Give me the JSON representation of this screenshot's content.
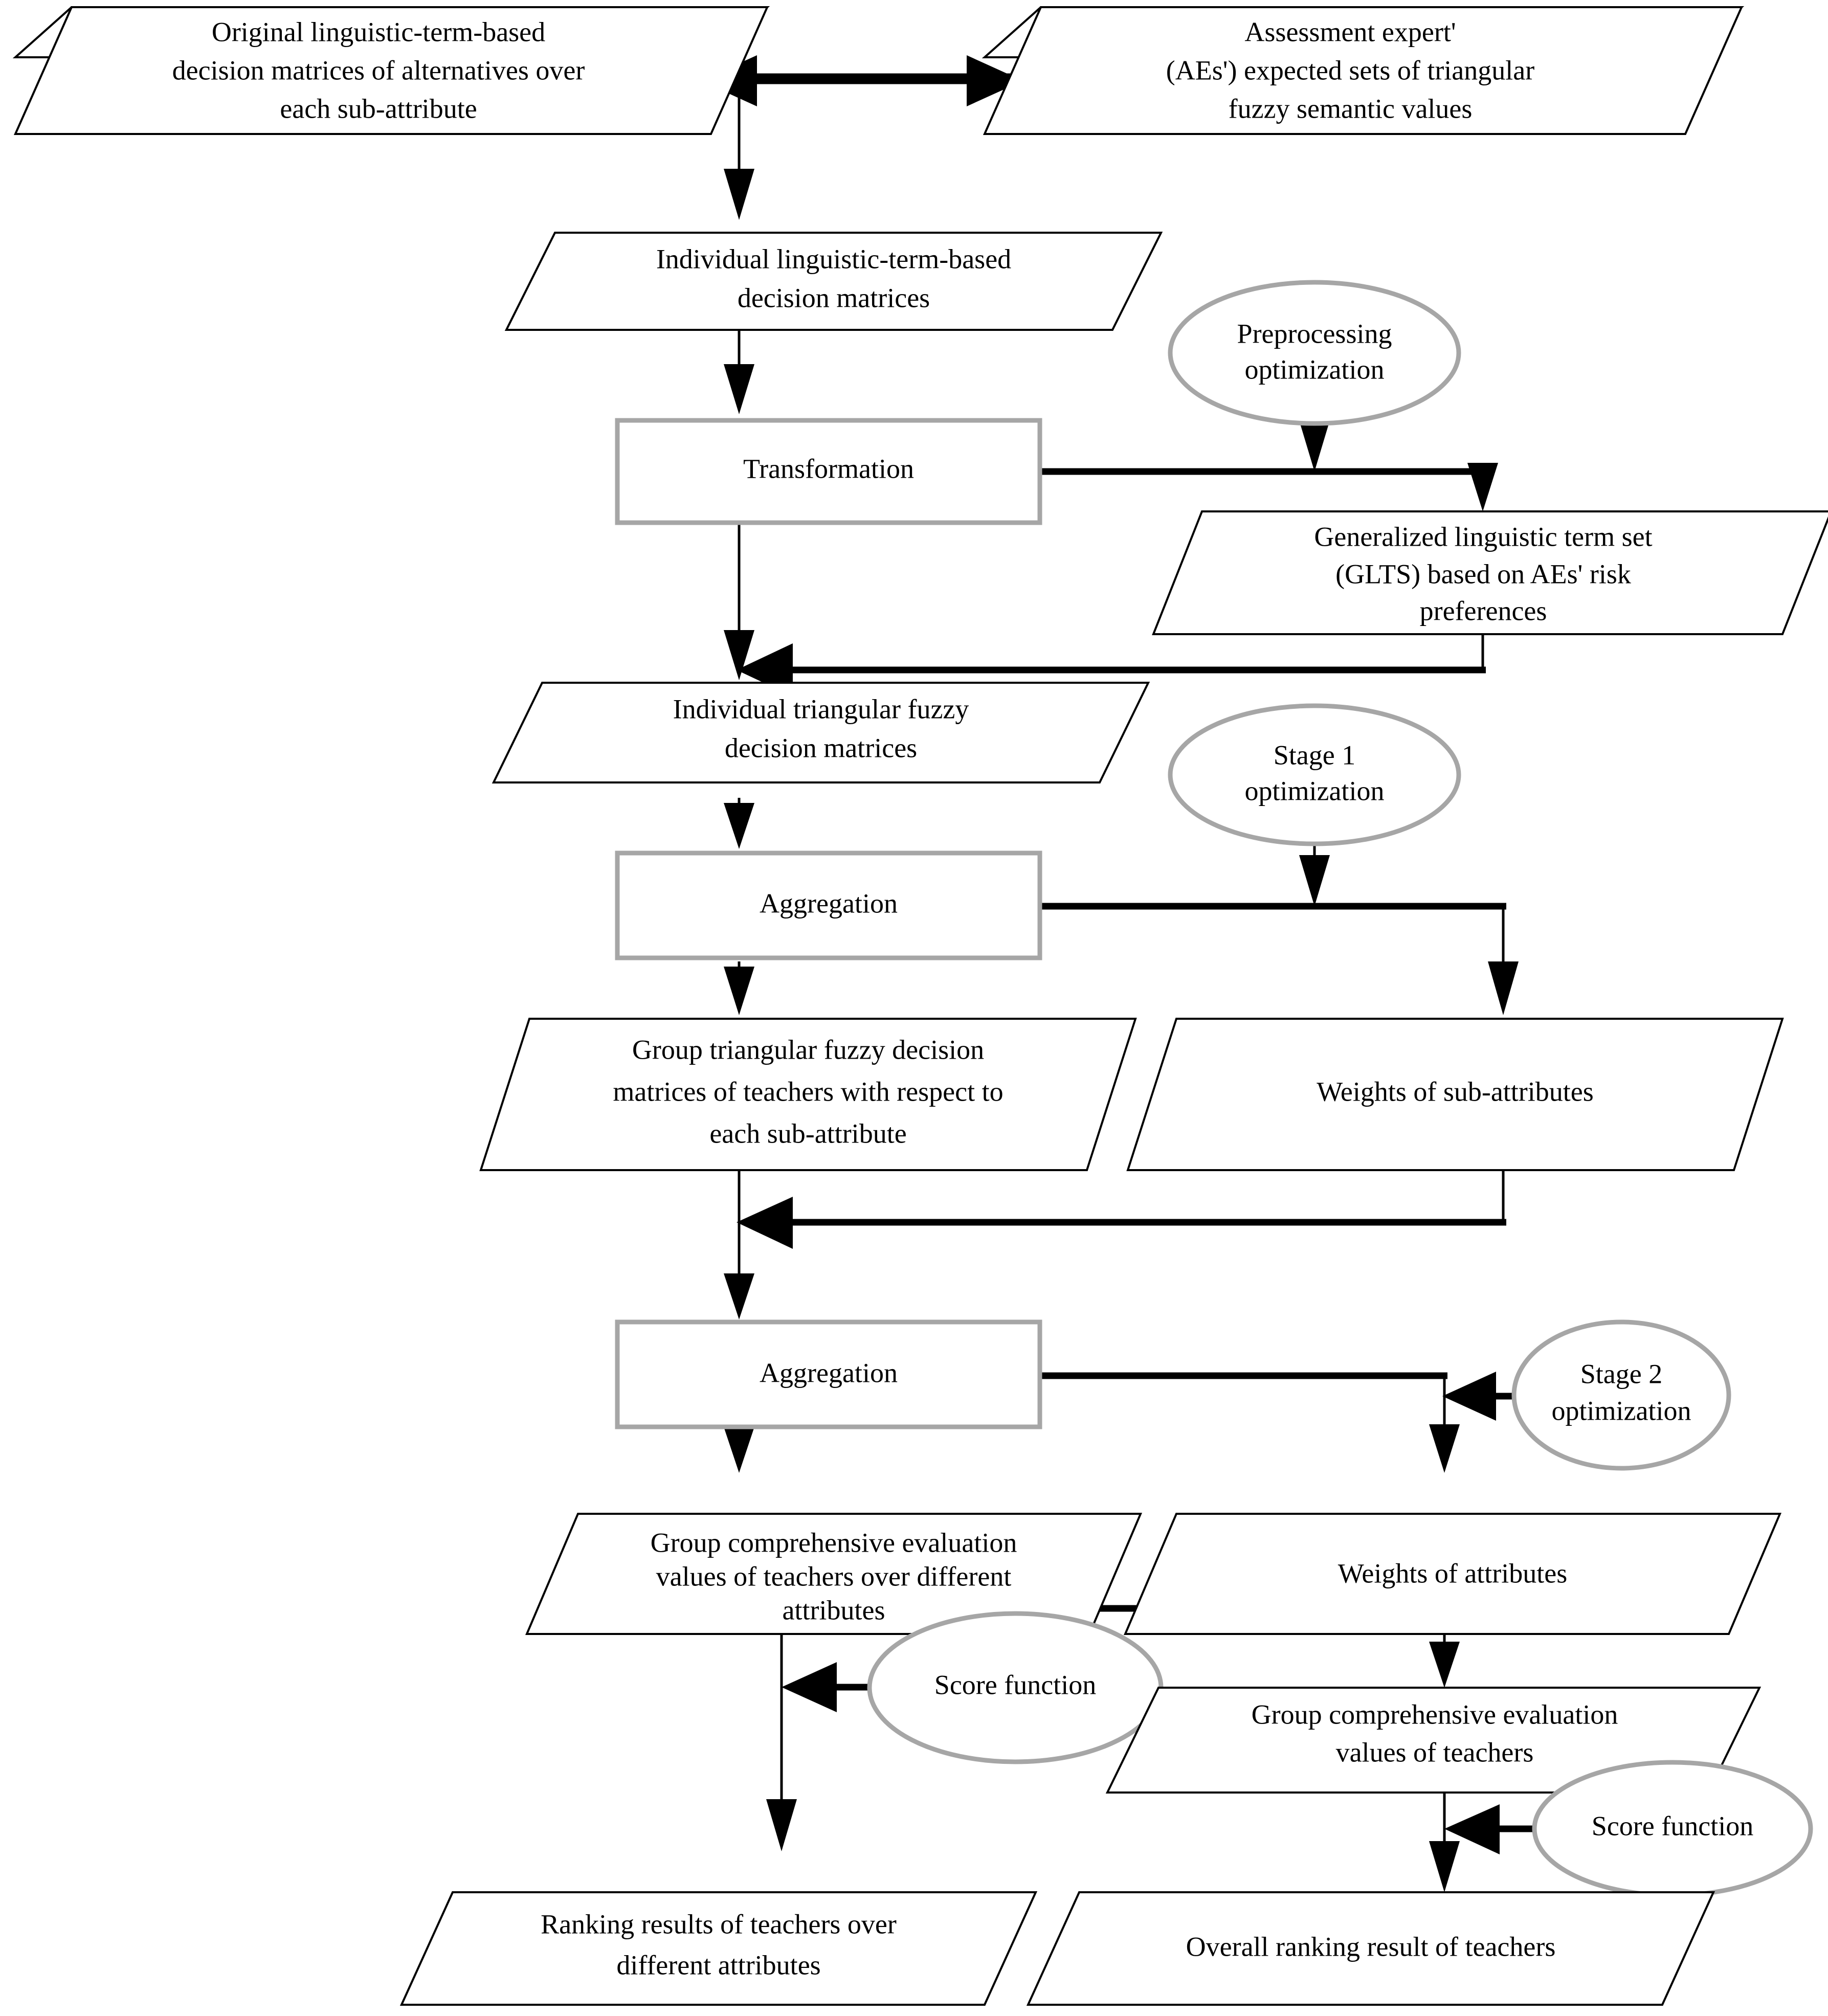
{
  "diagram": {
    "title": "Flowchart of the group decision making framework",
    "colors": {
      "shape_stroke": "#000000",
      "process_stroke": "#a6a6a6",
      "ellipse_stroke": "#a6a6a6",
      "background": "#ffffff",
      "text": "#000000"
    },
    "nodes": {
      "original_matrices": {
        "shape": "parallelogram",
        "lines": [
          "Original linguistic-term-based",
          "decision matrices of alternatives over",
          "each sub-attribute"
        ]
      },
      "assessment_expert": {
        "shape": "parallelogram",
        "lines": [
          "Assessment expert'",
          "(AEs') expected sets of triangular",
          "fuzzy semantic values"
        ]
      },
      "individual_lt_matrices": {
        "shape": "parallelogram",
        "lines": [
          "Individual linguistic-term-based",
          "decision matrices"
        ]
      },
      "transformation": {
        "shape": "process",
        "lines": [
          "Transformation"
        ]
      },
      "preprocessing_optimization": {
        "shape": "ellipse",
        "lines": [
          "Preprocessing",
          "optimization"
        ]
      },
      "glts": {
        "shape": "parallelogram",
        "lines": [
          "Generalized linguistic term set",
          "(GLTS) based on AEs' risk",
          "preferences"
        ]
      },
      "individual_tf_matrices": {
        "shape": "parallelogram",
        "lines": [
          "Individual triangular fuzzy",
          "decision matrices"
        ]
      },
      "aggregation_1": {
        "shape": "process",
        "lines": [
          "Aggregation"
        ]
      },
      "stage1_optimization": {
        "shape": "ellipse",
        "lines": [
          "Stage 1",
          "optimization"
        ]
      },
      "group_tf_matrices": {
        "shape": "parallelogram",
        "lines": [
          "Group triangular fuzzy decision",
          "matrices of teachers with respect to",
          "each sub-attribute"
        ]
      },
      "weights_sub_attributes": {
        "shape": "parallelogram",
        "lines": [
          "Weights of sub-attributes"
        ]
      },
      "aggregation_2": {
        "shape": "process",
        "lines": [
          "Aggregation"
        ]
      },
      "stage2_optimization": {
        "shape": "ellipse",
        "lines": [
          "Stage 2",
          "optimization"
        ]
      },
      "group_eval_over_attributes": {
        "shape": "parallelogram",
        "lines": [
          "Group comprehensive evaluation",
          "values of teachers over different",
          "attributes"
        ]
      },
      "weights_attributes": {
        "shape": "parallelogram",
        "lines": [
          "Weights of attributes"
        ]
      },
      "score_function_left": {
        "shape": "ellipse",
        "lines": [
          "Score function"
        ]
      },
      "group_eval_teachers": {
        "shape": "parallelogram",
        "lines": [
          "Group comprehensive evaluation",
          "values of teachers"
        ]
      },
      "score_function_right": {
        "shape": "ellipse",
        "lines": [
          "Score function"
        ]
      },
      "ranking_over_attributes": {
        "shape": "parallelogram",
        "lines": [
          "Ranking results of teachers over",
          "different attributes"
        ]
      },
      "overall_ranking": {
        "shape": "parallelogram",
        "lines": [
          "Overall ranking result of teachers"
        ]
      }
    }
  }
}
